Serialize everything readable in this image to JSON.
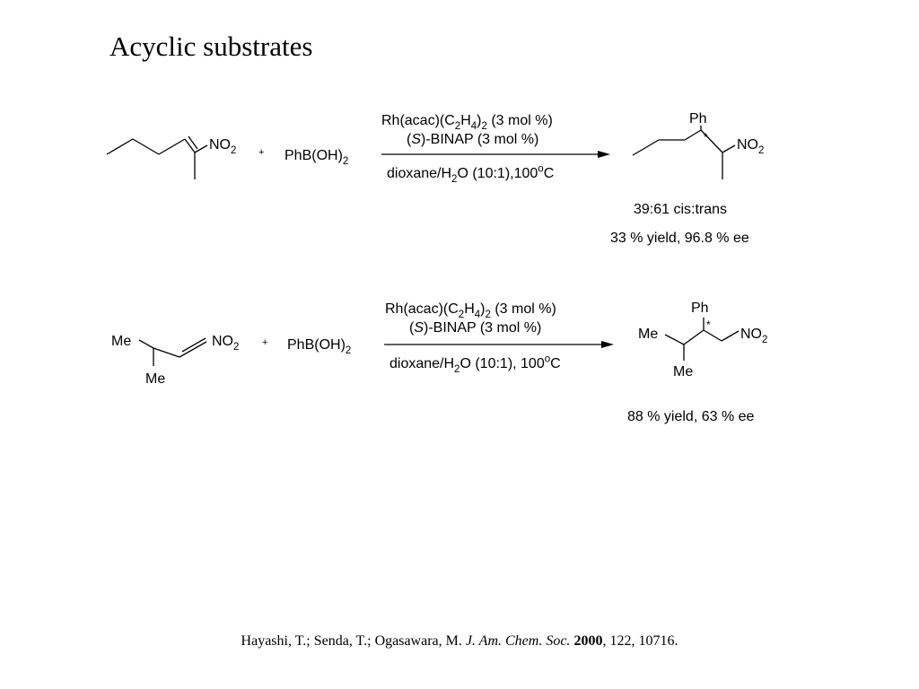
{
  "title": "Acyclic substrates",
  "reactions": [
    {
      "substrate_label": "NO2",
      "plus": "+",
      "reagent": "PhB(OH)2",
      "conditions": {
        "catalyst": "Rh(acac)(C2H4)2 (3 mol %)",
        "ligand": "(S)-BINAP (3 mol %)",
        "solvent": "dioxane/H2O (10:1),100oC"
      },
      "product_labels": {
        "ph": "Ph",
        "star": "*",
        "no2": "NO2"
      },
      "outcomes": [
        "39:61 cis:trans",
        "33 % yield, 96.8 % ee"
      ]
    },
    {
      "substrate_labels": {
        "me_top": "Me",
        "me_bottom": "Me",
        "no2": "NO2"
      },
      "plus": "+",
      "reagent": "PhB(OH)2",
      "conditions": {
        "catalyst": "Rh(acac)(C2H4)2 (3 mol %)",
        "ligand": "(S)-BINAP (3 mol %)",
        "solvent": "dioxane/H2O (10:1), 100oC"
      },
      "product_labels": {
        "ph": "Ph",
        "star": "*",
        "me_left": "Me",
        "me_bottom": "Me",
        "no2": "NO2"
      },
      "outcomes": [
        "88 % yield, 63 % ee"
      ]
    }
  ],
  "citation": {
    "authors": "Hayashi, T.; Senda, T.; Ogasawara, M.",
    "journal": "J. Am. Chem. Soc.",
    "year": "2000",
    "rest": ", 122, 10716."
  }
}
